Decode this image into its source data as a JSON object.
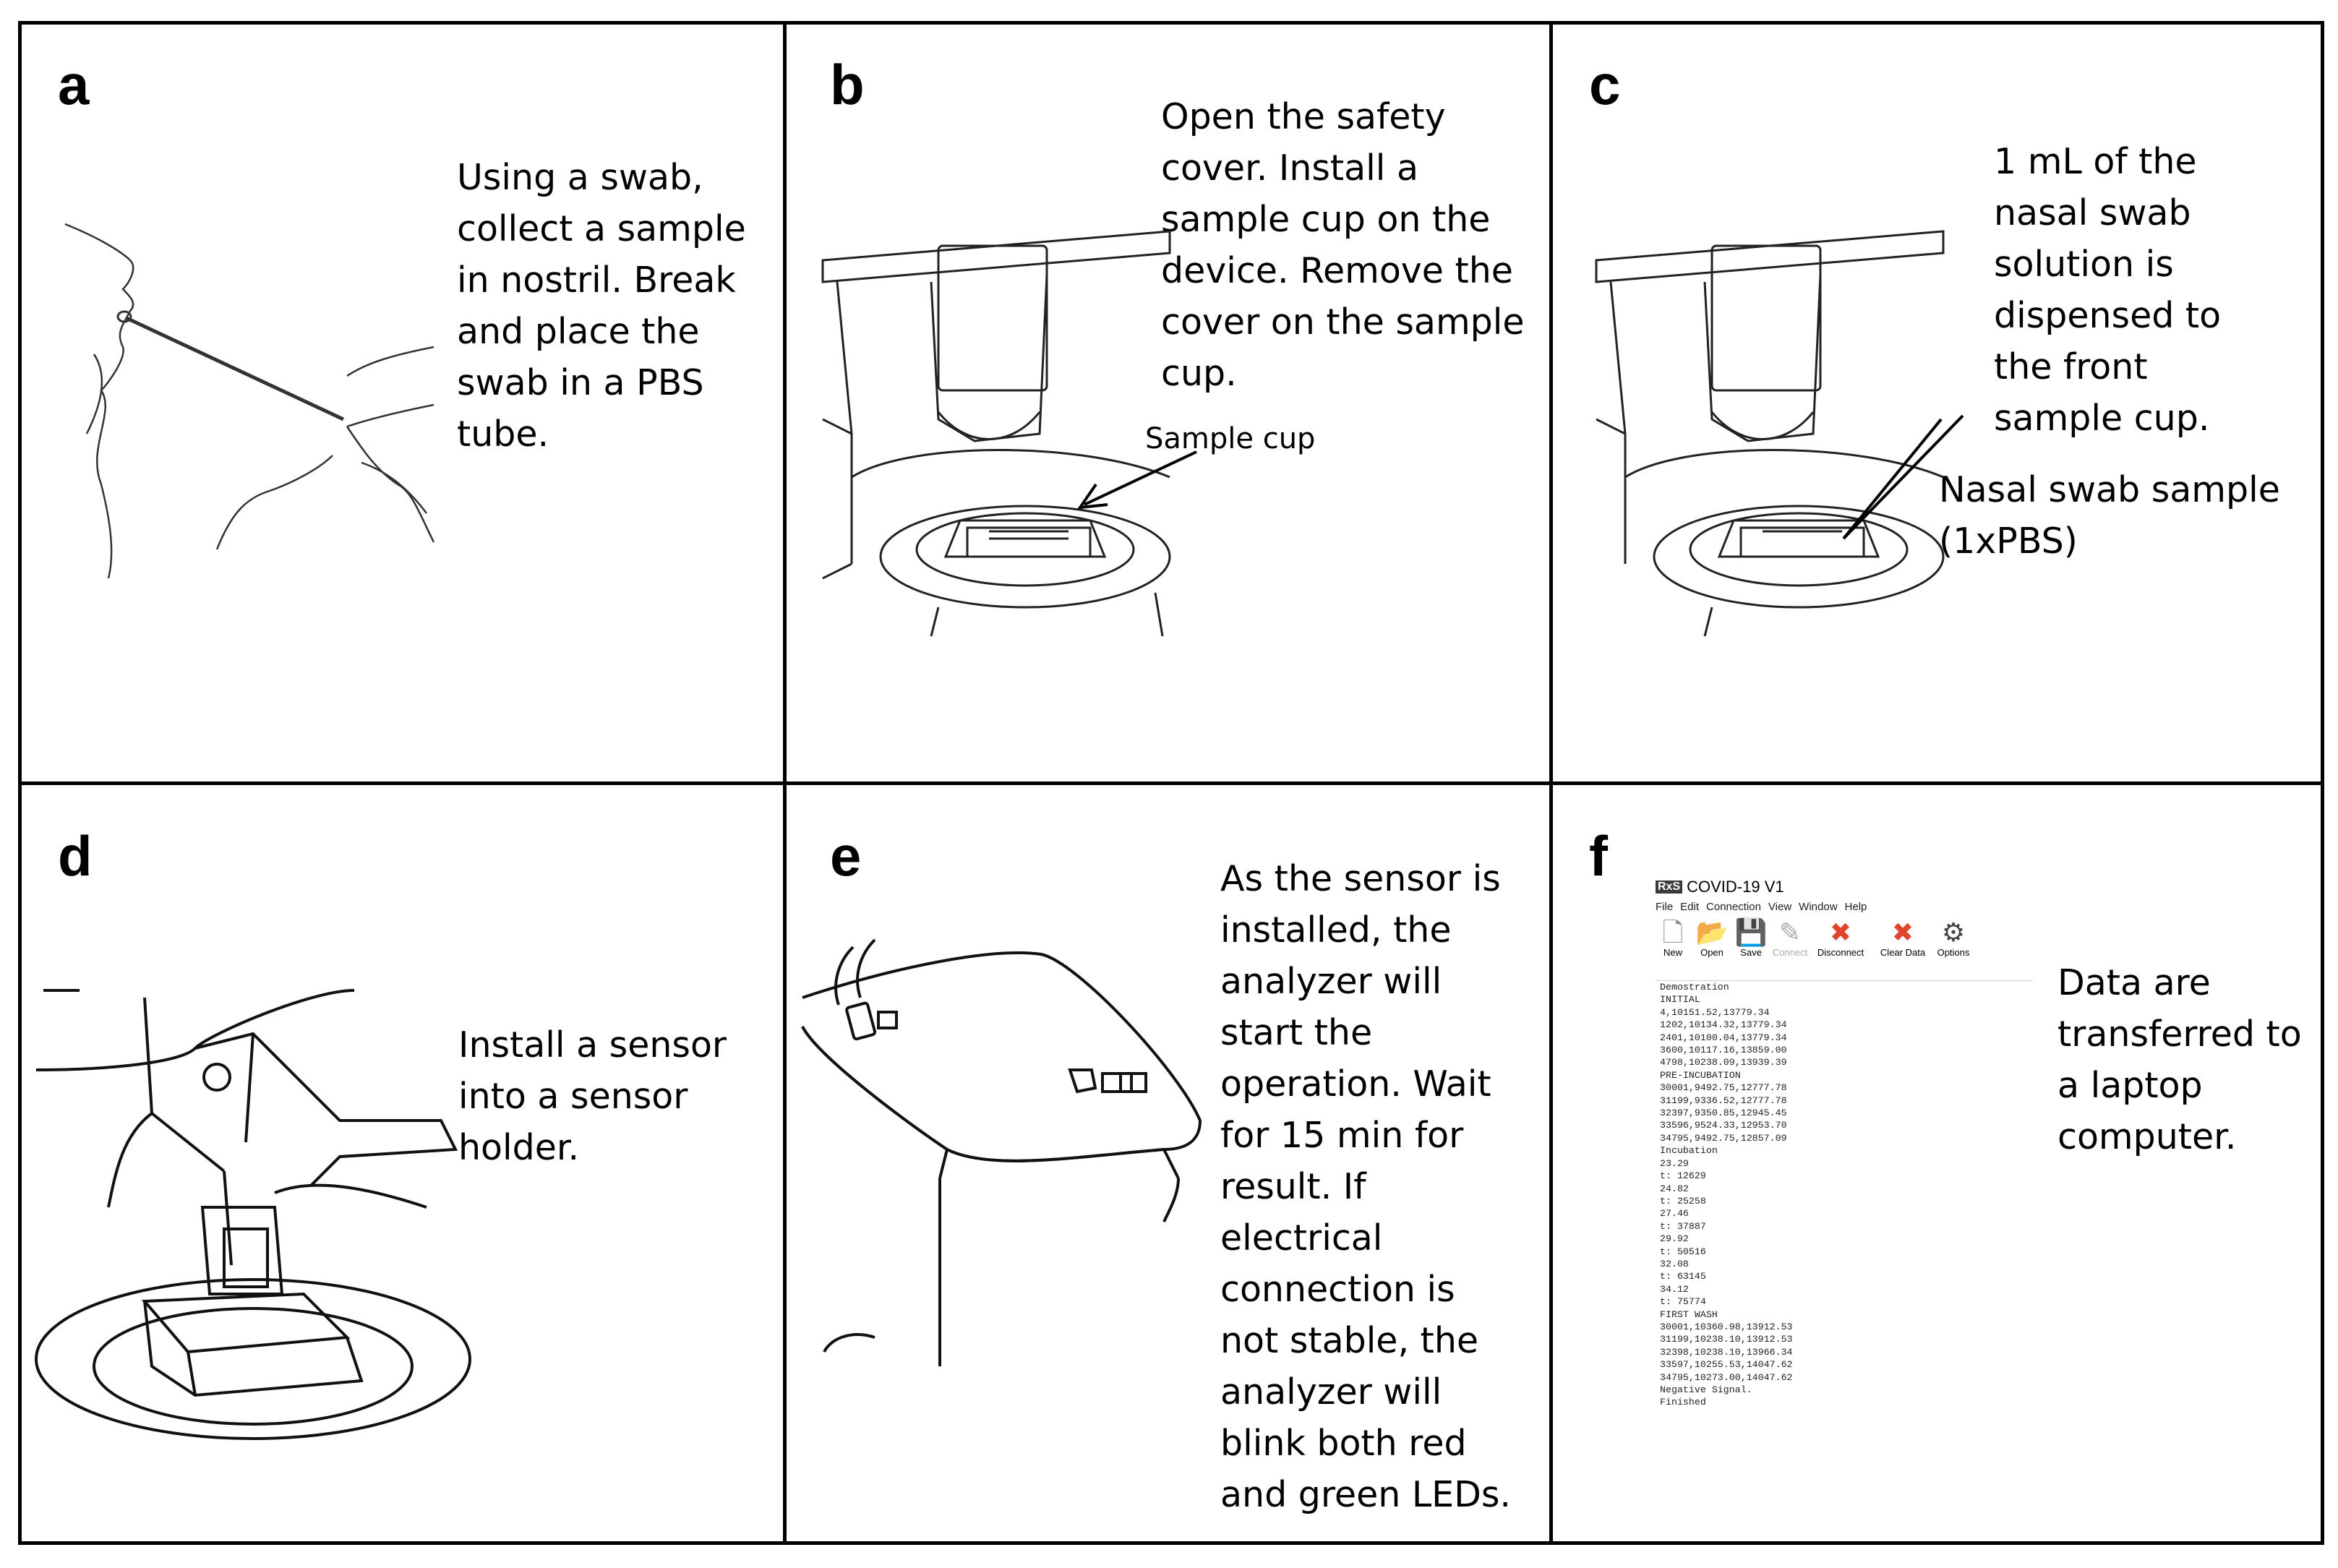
{
  "panels": [
    {
      "letter": "a",
      "text": "Using a swab,\ncollect a sample\nin nostril. Break\nand place the\nswab in a PBS\ntube."
    },
    {
      "letter": "b",
      "text": "Open the safety\ncover. Install a\nsample cup on the\ndevice. Remove the\ncover on the sample\ncup.",
      "callout": "Sample cup"
    },
    {
      "letter": "c",
      "text": "1 mL of the\nnasal swab\nsolution is\ndispensed to\nthe front\nsample cup.",
      "callout": "Nasal swab sample\n(1xPBS)"
    },
    {
      "letter": "d",
      "text": "Install a sensor\ninto a sensor\nholder."
    },
    {
      "letter": "e",
      "text": "As the sensor is\ninstalled, the\nanalyzer will\nstart the\noperation. Wait\nfor 15 min for\nresult. If\nelectrical\nconnection is\nnot stable, the\nanalyzer will\nblink both red\nand green LEDs."
    },
    {
      "letter": "f",
      "text": "Data are\ntransferred to\na laptop\ncomputer."
    }
  ],
  "software": {
    "logo": "RxS",
    "title": "COVID-19 V1",
    "menu": [
      "File",
      "Edit",
      "Connection",
      "View",
      "Window",
      "Help"
    ],
    "toolbar": [
      {
        "label": "New",
        "icon": "new-file-icon",
        "glyph": "🗋",
        "enabled": true
      },
      {
        "label": "Open",
        "icon": "open-folder-icon",
        "glyph": "📂",
        "enabled": true
      },
      {
        "label": "Save",
        "icon": "save-icon",
        "glyph": "💾",
        "enabled": true
      },
      {
        "label": "Connect",
        "icon": "connect-icon",
        "glyph": "✎",
        "enabled": false
      },
      {
        "label": "Disconnect",
        "icon": "disconnect-icon",
        "glyph": "✖",
        "enabled": true
      },
      {
        "label": "Clear Data",
        "icon": "clear-data-icon",
        "glyph": "✖",
        "enabled": true
      },
      {
        "label": "Options",
        "icon": "options-gear-icon",
        "glyph": "⚙",
        "enabled": true
      }
    ],
    "log": [
      "Demostration",
      "INITIAL",
      "4,10151.52,13779.34",
      "1202,10134.32,13779.34",
      "2401,10100.04,13779.34",
      "3600,10117.16,13859.00",
      "4798,10238.09,13939.39",
      "PRE-INCUBATION",
      "30001,9492.75,12777.78",
      "31199,9336.52,12777.78",
      "32397,9350.85,12945.45",
      "33596,9524.33,12953.70",
      "34795,9492.75,12857.09",
      "Incubation",
      "23.29",
      "t: 12629",
      "24.82",
      "t: 25258",
      "27.46",
      "t: 37887",
      "29.92",
      "t: 50516",
      "32.08",
      "t: 63145",
      "34.12",
      "t: 75774",
      "FIRST WASH",
      "30001,10360.98,13912.53",
      "31199,10238.10,13912.53",
      "32398,10238.10,13966.34",
      "33597,10255.53,14047.62",
      "34795,10273.00,14047.62",
      "Negative Signal.",
      "Finished"
    ],
    "colors": {
      "open": "#1e73be",
      "save": "#1e73be",
      "disconnect": "#e0452b",
      "clear": "#e0452b",
      "options": "#444444"
    }
  }
}
